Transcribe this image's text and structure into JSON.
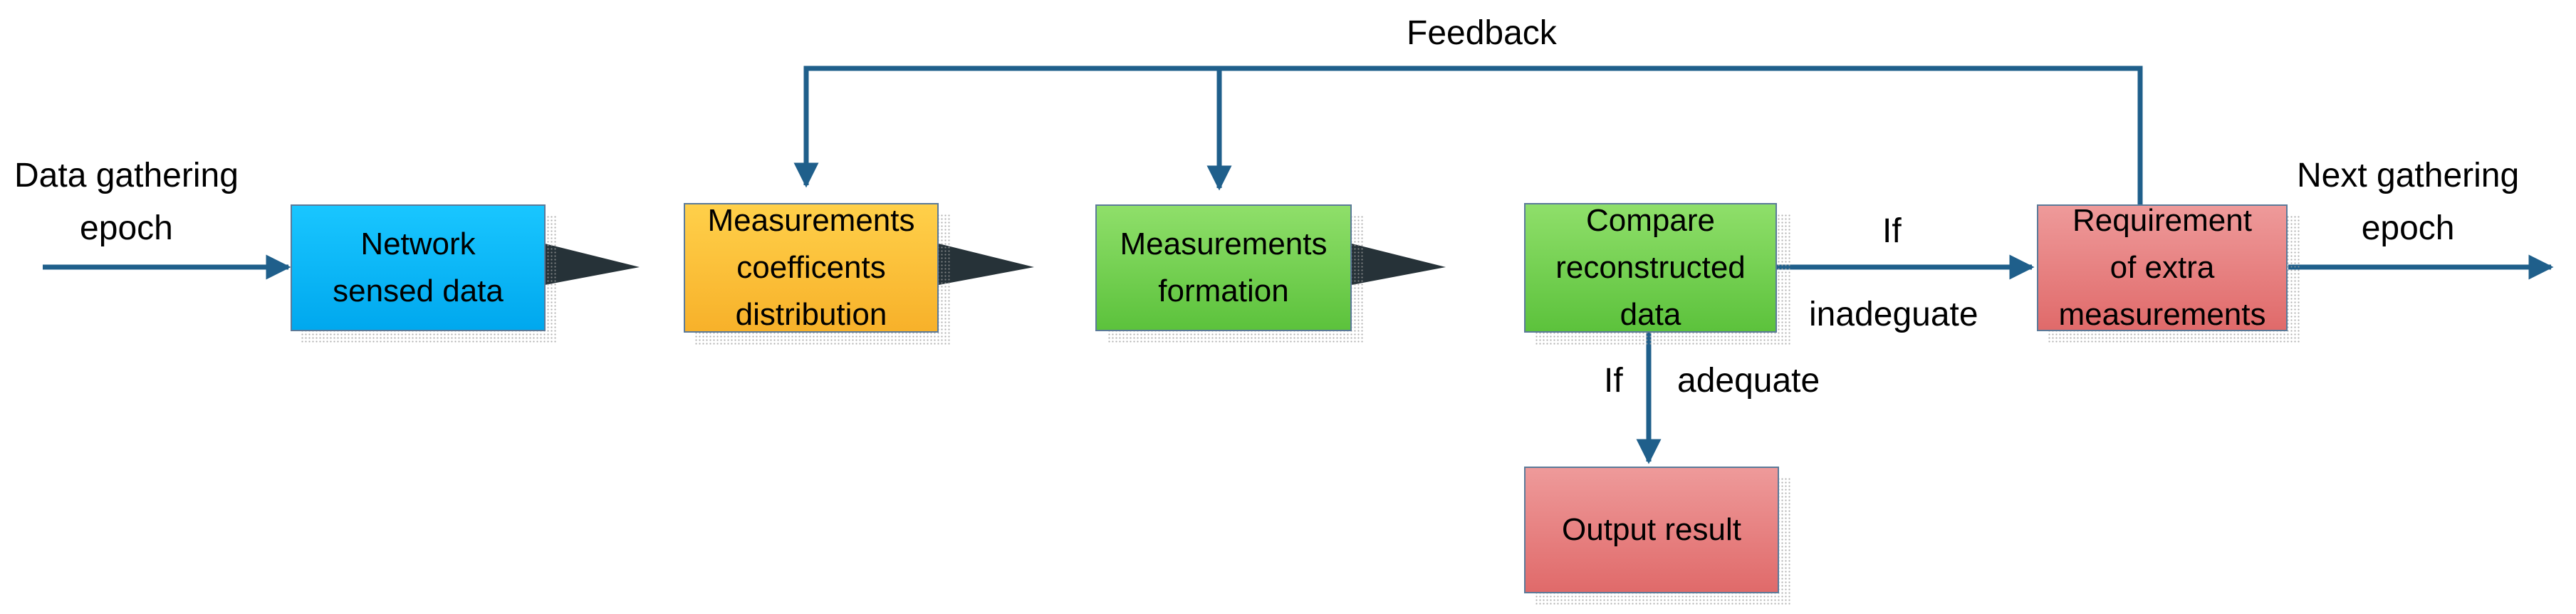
{
  "labels": {
    "feedback": "Feedback",
    "input": "Data gathering\nepoch",
    "output": "Next gathering\nepoch",
    "if_right": "If",
    "inadequate": "inadeguate",
    "if_down": "If",
    "adequate": "adequate"
  },
  "boxes": {
    "network": "Network\nsensed data",
    "coefficients": "Measurements\ncoefficents\ndistribution",
    "formation": "Measurements\nformation",
    "compare": "Compare\nreconstructed\ndata",
    "requirement": "Requirement\nof extra\nmeasurements",
    "output_result": "Output result"
  },
  "colors": {
    "arrow": "#1f5f8b",
    "network": "#00b0f0",
    "coefficients": "#ffc000",
    "formation": "#70c94a",
    "compare": "#70c94a",
    "requirement": "#e57373",
    "output_result": "#e57373"
  }
}
